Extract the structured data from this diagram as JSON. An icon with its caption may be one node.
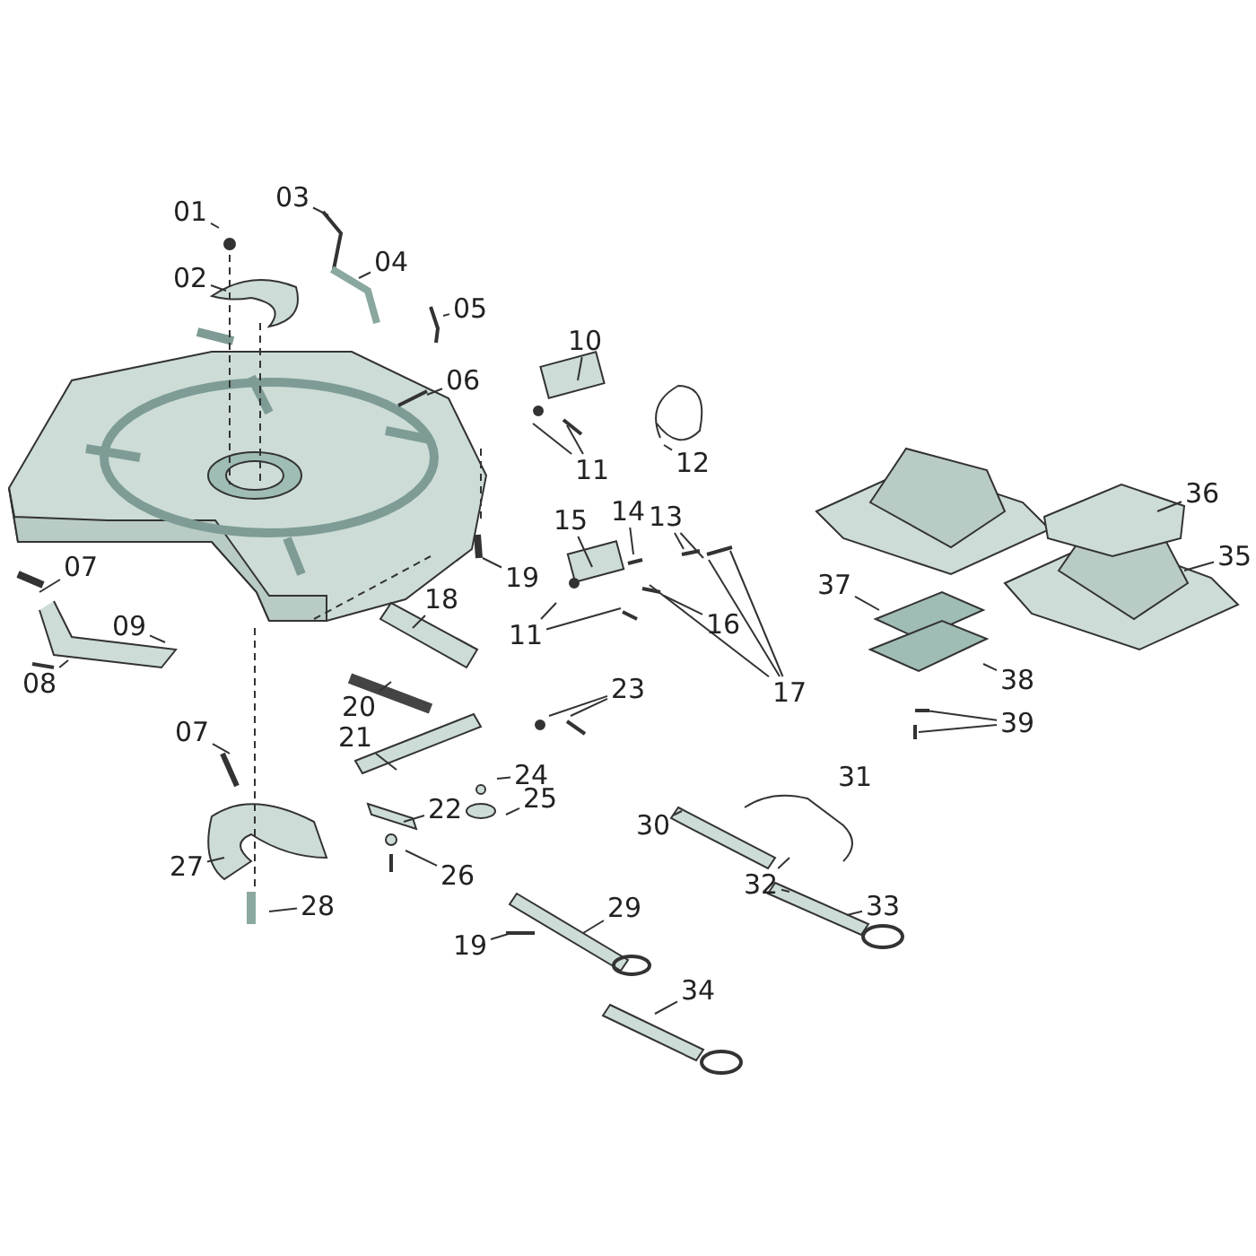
{
  "diagram": {
    "nodes": [
      {
        "text": [
          "01"
        ]
      },
      {
        "text": [
          "02"
        ]
      },
      {
        "text": [
          "03"
        ]
      },
      {
        "text": [
          "04"
        ]
      },
      {
        "text": [
          "05"
        ]
      },
      {
        "text": [
          "06"
        ]
      },
      {
        "text": [
          "10"
        ]
      },
      {
        "text": [
          "12"
        ]
      },
      {
        "text": [
          "11"
        ]
      },
      {
        "text": [
          "36"
        ]
      },
      {
        "text": [
          "13"
        ]
      },
      {
        "text": [
          "14"
        ]
      },
      {
        "text": [
          "15"
        ]
      },
      {
        "text": [
          "35"
        ]
      },
      {
        "text": [
          "07"
        ]
      },
      {
        "text": [
          "37"
        ]
      },
      {
        "text": [
          "19"
        ]
      },
      {
        "text": [
          "18"
        ]
      },
      {
        "text": [
          "11"
        ]
      },
      {
        "text": [
          "09"
        ]
      },
      {
        "text": [
          "16"
        ]
      },
      {
        "text": [
          "08"
        ]
      },
      {
        "text": [
          "38"
        ]
      },
      {
        "text": [
          "17"
        ]
      },
      {
        "text": [
          "23"
        ]
      },
      {
        "text": [
          "20"
        ]
      },
      {
        "text": [
          "39"
        ]
      },
      {
        "text": [
          "07"
        ]
      },
      {
        "text": [
          "21"
        ]
      },
      {
        "text": [
          "24"
        ]
      },
      {
        "text": [
          "22"
        ]
      },
      {
        "text": [
          "25"
        ]
      },
      {
        "text": [
          "30"
        ]
      },
      {
        "text": [
          "27"
        ]
      },
      {
        "text": [
          "26"
        ]
      },
      {
        "text": [
          "32"
        ]
      },
      {
        "text": [
          "33"
        ]
      },
      {
        "text": [
          "28"
        ]
      },
      {
        "text": [
          "29"
        ]
      },
      {
        "text": [
          "19"
        ]
      },
      {
        "text": [
          "34"
        ]
      }
    ],
    "edges": [
      {
        "from": 0,
        "to": null,
        "arrow": "none"
      },
      {
        "from": 1,
        "to": null,
        "arrow": "none"
      },
      {
        "from": 2,
        "to": null,
        "arrow": "none"
      },
      {
        "from": 3,
        "to": null,
        "arrow": "none"
      },
      {
        "from": 4,
        "to": null,
        "arrow": "none"
      },
      {
        "from": 5,
        "to": null,
        "arrow": "none"
      },
      {
        "from": 6,
        "to": null,
        "arrow": "none"
      },
      {
        "from": 7,
        "to": null,
        "arrow": "none"
      },
      {
        "from": 8,
        "to": null,
        "arrow": "none"
      },
      {
        "from": 8,
        "to": null,
        "arrow": "none"
      },
      {
        "from": 9,
        "to": null,
        "arrow": "none"
      },
      {
        "from": 10,
        "to": null,
        "arrow": "none"
      },
      {
        "from": 10,
        "to": null,
        "arrow": "none"
      },
      {
        "from": 11,
        "to": null,
        "arrow": "none"
      },
      {
        "from": 12,
        "to": null,
        "arrow": "none"
      },
      {
        "from": 13,
        "to": null,
        "arrow": "none"
      },
      {
        "from": 14,
        "to": null,
        "arrow": "none"
      },
      {
        "from": 15,
        "to": null,
        "arrow": "none"
      },
      {
        "from": 16,
        "to": null,
        "arrow": "none"
      },
      {
        "from": 17,
        "to": null,
        "arrow": "none"
      },
      {
        "from": 18,
        "to": null,
        "arrow": "none"
      },
      {
        "from": 18,
        "to": null,
        "arrow": "none"
      },
      {
        "from": 19,
        "to": null,
        "arrow": "none"
      },
      {
        "from": 20,
        "to": null,
        "arrow": "none"
      },
      {
        "from": 21,
        "to": null,
        "arrow": "none"
      },
      {
        "from": 22,
        "to": null,
        "arrow": "none"
      },
      {
        "from": 23,
        "to": null,
        "arrow": "none"
      },
      {
        "from": 23,
        "to": null,
        "arrow": "none"
      },
      {
        "from": 23,
        "to": null,
        "arrow": "none"
      },
      {
        "from": 24,
        "to": null,
        "arrow": "none"
      },
      {
        "from": 24,
        "to": null,
        "arrow": "none"
      },
      {
        "from": 25,
        "to": null,
        "arrow": "none"
      },
      {
        "from": 26,
        "to": null,
        "arrow": "none"
      },
      {
        "from": 26,
        "to": null,
        "arrow": "none"
      },
      {
        "from": 27,
        "to": null,
        "arrow": "none"
      },
      {
        "from": 28,
        "to": null,
        "arrow": "none"
      },
      {
        "from": 29,
        "to": null,
        "arrow": "none"
      },
      {
        "from": 30,
        "to": null,
        "arrow": "none"
      },
      {
        "from": 31,
        "to": null,
        "arrow": "none"
      },
      {
        "from": 32,
        "to": null,
        "arrow": "none"
      },
      {
        "from": 33,
        "to": null,
        "arrow": "none"
      },
      {
        "from": 34,
        "to": null,
        "arrow": "none"
      },
      {
        "from": 35,
        "to": null,
        "arrow": "none"
      },
      {
        "from": 35,
        "to": null,
        "arrow": "none"
      },
      {
        "from": 36,
        "to": null,
        "arrow": "none"
      },
      {
        "from": 37,
        "to": null,
        "arrow": "none"
      },
      {
        "from": 38,
        "to": null,
        "arrow": "none"
      },
      {
        "from": 39,
        "to": null,
        "arrow": "none"
      },
      {
        "from": 40,
        "to": null,
        "arrow": "none"
      }
    ],
    "labels": [
      "31"
    ]
  }
}
